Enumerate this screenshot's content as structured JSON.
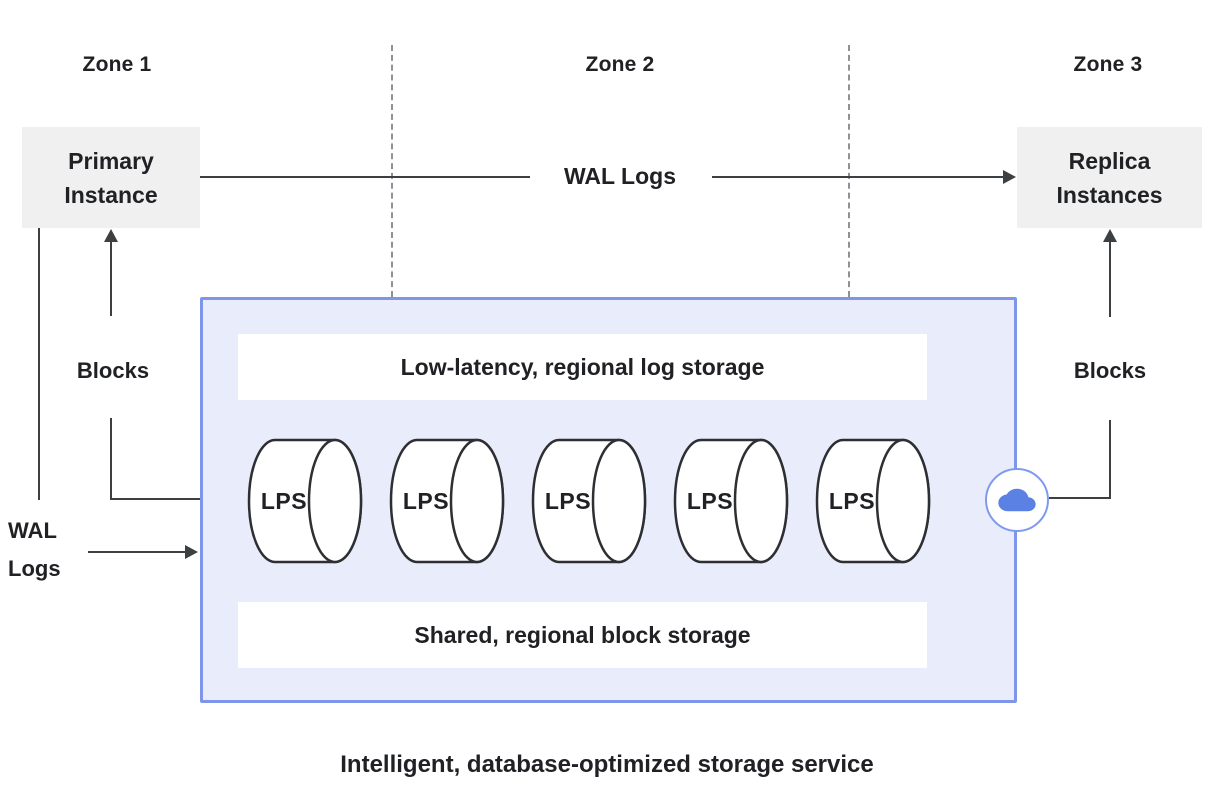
{
  "diagram_caption": "Intelligent, database-optimized storage service",
  "zones": [
    {
      "label": "Zone 1"
    },
    {
      "label": "Zone 2"
    },
    {
      "label": "Zone 3"
    }
  ],
  "nodes": {
    "primary_instance": {
      "label": "Primary Instance"
    },
    "replica_instances": {
      "label": "Replica Instances"
    }
  },
  "edges": {
    "wal_logs_top": {
      "label": "WAL Logs"
    },
    "wal_logs_left": {
      "label": "WAL Logs"
    },
    "blocks_left": {
      "label": "Blocks"
    },
    "blocks_right": {
      "label": "Blocks"
    }
  },
  "storage_box": {
    "log_storage_label": "Low-latency, regional log storage",
    "block_storage_label": "Shared, regional block storage",
    "lps_labels": [
      "LPS",
      "LPS",
      "LPS",
      "LPS",
      "LPS"
    ],
    "cloud_icon": "cloud"
  },
  "colors": {
    "storage_box_fill": "#e9edfb",
    "storage_box_border": "#7e95e9",
    "instance_box_fill": "#f0f0f1",
    "line": "#3c4043",
    "dashed_line": "#8f9195",
    "text": "#202124",
    "cloud_glyph": "#5b81e4",
    "cloud_circle_border": "#7e9af0",
    "white_bar": "#ffffff"
  }
}
